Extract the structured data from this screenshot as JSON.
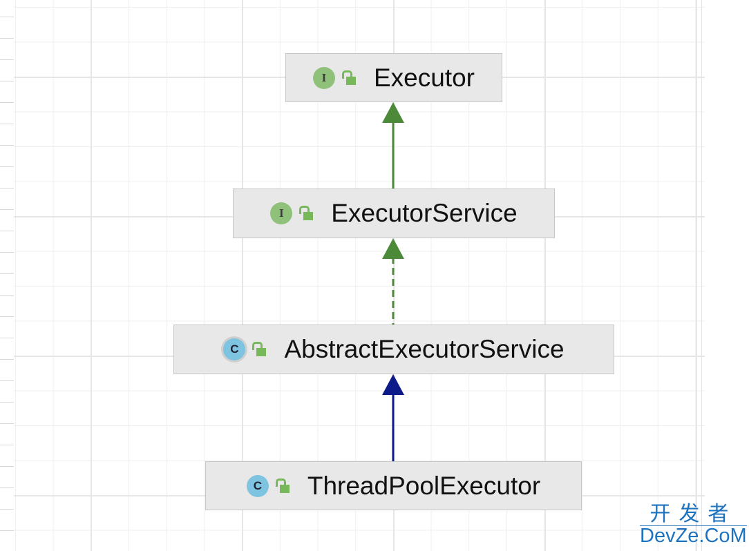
{
  "nodes": [
    {
      "name": "Executor",
      "kind": "I",
      "type": "interface"
    },
    {
      "name": "ExecutorService",
      "kind": "I",
      "type": "interface"
    },
    {
      "name": "AbstractExecutorService",
      "kind": "C",
      "type": "abstract-class"
    },
    {
      "name": "ThreadPoolExecutor",
      "kind": "C",
      "type": "class"
    }
  ],
  "edges": [
    {
      "from": "ExecutorService",
      "to": "Executor",
      "relation": "extends",
      "color": "#4c8a3a"
    },
    {
      "from": "AbstractExecutorService",
      "to": "ExecutorService",
      "relation": "implements",
      "color": "#4c8a3a"
    },
    {
      "from": "ThreadPoolExecutor",
      "to": "AbstractExecutorService",
      "relation": "extends",
      "color": "#0d1a8a"
    }
  ],
  "watermark": {
    "cn": "开发者",
    "en": "DevZe.CoM"
  }
}
